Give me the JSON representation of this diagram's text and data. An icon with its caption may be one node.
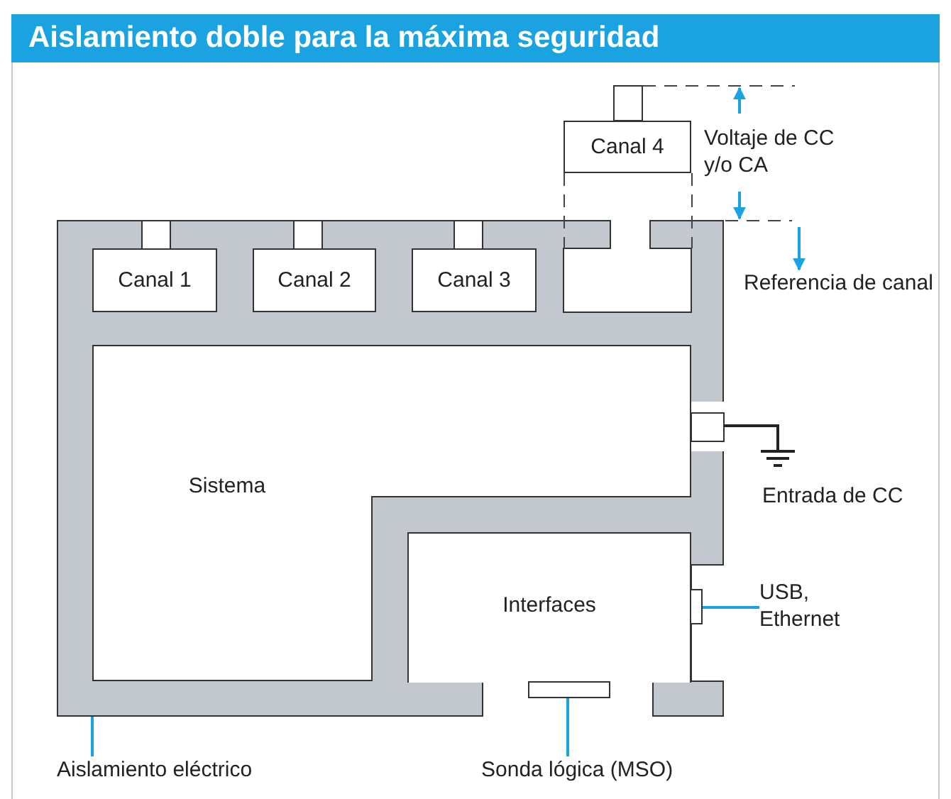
{
  "diagram": {
    "title": "Aislamiento doble para la máxima seguridad",
    "nodes": [
      {
        "text": [
          "Canal 4"
        ]
      },
      {
        "text": [],
        "shape": "box"
      },
      {
        "text": [
          "Canal 1"
        ],
        "in": 1
      },
      {
        "text": [
          "Canal 2"
        ],
        "in": 1
      },
      {
        "text": [
          "Canal 3"
        ],
        "in": 1
      },
      {
        "text": [
          "Sistema"
        ],
        "in": 1
      },
      {
        "text": [
          "Interfaces"
        ],
        "in": 1
      },
      {
        "text": [],
        "shape": "box",
        "in": 1
      },
      {
        "text": [],
        "shape": "box",
        "in": 1
      },
      {
        "text": [
          "Referencia de canal"
        ]
      },
      {
        "text": [
          "USB, Ethernet"
        ]
      },
      {
        "text": [
          "Aislamiento eléctrico"
        ]
      },
      {
        "text": [
          "Sonda lógica (MSO)"
        ]
      }
    ],
    "edges": [
      {
        "from": null,
        "to": 9,
        "arrow": "to"
      },
      {
        "from": 10,
        "to": 7,
        "arrow": "none"
      },
      {
        "from": 11,
        "to": 1,
        "arrow": "none"
      },
      {
        "from": 12,
        "to": 8,
        "arrow": "none"
      }
    ],
    "labels": [
      "Voltaje de CC y/o CA",
      "Entrada de CC"
    ]
  }
}
